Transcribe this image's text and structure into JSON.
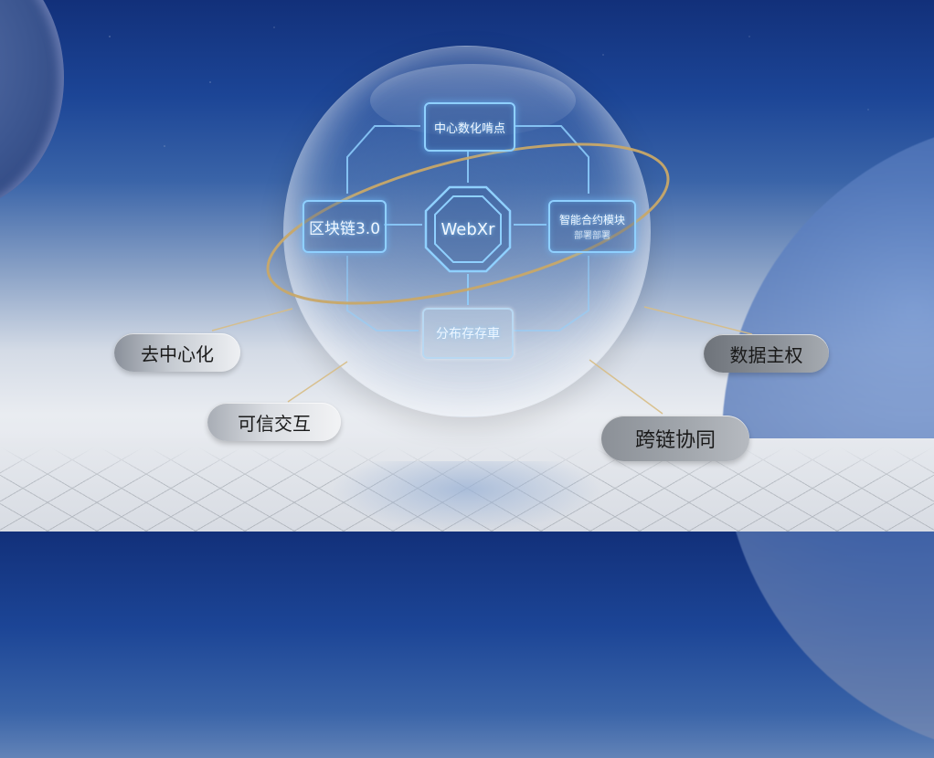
{
  "diagram": {
    "center": {
      "label": "WebXr"
    },
    "nodes": {
      "top": {
        "label": "中心数化啃点"
      },
      "left": {
        "label": "区块链3.0"
      },
      "right": {
        "label": "智能合约模块",
        "sublabel": "部署部署"
      },
      "bottom": {
        "label": "分布存存車"
      }
    }
  },
  "labels": {
    "decentralized": "去中心化",
    "trusted_interaction": "可信交互",
    "data_sovereignty": "数据主权",
    "cross_chain": "跨链协同"
  },
  "colors": {
    "sky_top": "#12307a",
    "node_glow": "#8fd0ff",
    "ring_gold": "#c8a868",
    "pill_dark": "#6e737a",
    "pill_light": "#eef0f3"
  }
}
